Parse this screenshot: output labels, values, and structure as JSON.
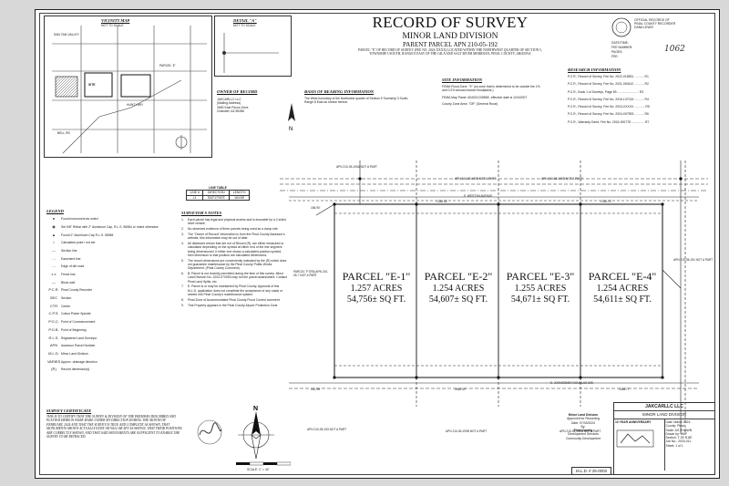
{
  "header": {
    "title": "RECORD OF SURVEY",
    "subtitle": "MINOR LAND DIVISION",
    "parent": "PARENT PARCEL APN 210-05-192",
    "desc1": "PARCEL \"E\" OF RECORD OF SURVEY (FEE NO. 2024-XXXX) LOCATED WITHIN THE NORTHWEST QUARTER OF SECTION 5,",
    "desc2": "TOWNSHIP 3 SOUTH, RANGE 8 EAST OF THE GILA AND SALT RIVER MERIDIAN, PINAL COUNTY, ARIZONA"
  },
  "vicinity": {
    "title": "VICINITY MAP",
    "subtitle": "NOT TO SCALE",
    "labels": [
      "SAN TAN VALLEY",
      "PARCEL 'E'",
      "HUNT HWY",
      "BELL RD",
      "SITE"
    ]
  },
  "detail": {
    "title": "DETAIL \"A\"",
    "subtitle": "NOT TO SCALE"
  },
  "recorder": {
    "lines": [
      "OFFICIAL RECORDS OF",
      "PINAL COUNTY RECORDER",
      "DANA LEWIS"
    ],
    "fields": [
      "DATE/TIME:",
      "FEE NUMBER:",
      "PAGES:",
      "FEE:"
    ],
    "handwritten": "1062"
  },
  "owner": {
    "header": "OWNER OF RECORD",
    "lines": [
      "JAKCARLLC LLC",
      "(Mailing Address)",
      "2650 East Pecos Drive",
      "Chandler, AZ 85286"
    ]
  },
  "basis": {
    "header": "BASIS OF BEARING INFORMATION",
    "text": "The West boundary of the Northwest quarter of Section 5 Township 3 South, Range 8 East as shown hereon."
  },
  "site": {
    "header": "SITE INFORMATION",
    "lines": [
      "FEMA Flood Zone: \"X\" (no zone that is determined to be outside the 1% and 0.2% annual chance floodplains.)",
      "FEMA Map Panel: #04021C0855E, effective date is 12/4/2007",
      "County Zone Area: \"GR\" (General Rural)"
    ]
  },
  "research": {
    "header": "RESEARCH INFORMATION",
    "lines": [
      "P.C.R., Record of Survey, Fee No. 2022-015831 ........... R1",
      "P.C.R., Record of Survey, Fee No. 2021-063412 ........... R2",
      "P.C.R., Book 1 of Surveys, Page 59 ......................... R3",
      "P.C.R., Record of Survey, Fee No. 2016-137215 ........... R4",
      "P.C.R., Record of Survey, Fee No. 2024-XXXXX ............ R5",
      "P.C.R., Record of Survey, Fee No. 2024-007953 ........... R6",
      "P.C.R., Warranty Deed, Fee No. 2024-000778 ............... R7"
    ]
  },
  "line_table": {
    "title": "LINE TABLE",
    "columns": [
      "LINE #",
      "DIRECTION",
      "LENGTH"
    ],
    "rows": [
      [
        "L1",
        "S00°17'06\"E",
        "164.58'"
      ]
    ]
  },
  "legend": {
    "header": "LEGEND",
    "items": [
      {
        "sym": "●",
        "label": "Found monument as noted"
      },
      {
        "sym": "◉",
        "label": "Set 5/8\" Rebar with 2\" Aluminum Cap, R.L.S. 56984 or noted otherwise"
      },
      {
        "sym": "▲",
        "label": "Found 2\" Aluminum Cap R.L.S. 56984"
      },
      {
        "sym": "○",
        "label": "Calculated point / not set"
      },
      {
        "sym": "—",
        "label": "Section line"
      },
      {
        "sym": "- -",
        "label": "Easement line"
      },
      {
        "sym": "- -",
        "label": "Edge of dirt road"
      },
      {
        "sym": "x x",
        "label": "Fence line"
      },
      {
        "sym": "—",
        "label": "Block wall"
      },
      {
        "sym": "P.C.R.",
        "label": "Pinal County Recorder"
      },
      {
        "sym": "SEC",
        "label": "Section"
      },
      {
        "sym": "CTR",
        "label": "Center"
      },
      {
        "sym": "C.P.S.",
        "label": "Cotton Picker Spindle"
      },
      {
        "sym": "P.O.C.",
        "label": "Point of Commencement"
      },
      {
        "sym": "P.O.B.",
        "label": "Point of Beginning"
      },
      {
        "sym": "R.L.S.",
        "label": "Registered Land Surveyor"
      },
      {
        "sym": "APN",
        "label": "Assessor Parcel Number"
      },
      {
        "sym": "M.L.D.",
        "label": "Minor Land Division"
      },
      {
        "sym": "VARIES",
        "label": "Approx. drainage direction"
      },
      {
        "sym": "(R)",
        "label": "Record dimension(s)"
      }
    ]
  },
  "notes": {
    "header": "SURVEYOR'S NOTES",
    "items": [
      "Each parcel has legal and physical access and is insurable by a 2 sided drive vehicle.",
      "No observed evidence of three parcels being used as a dump site.",
      "The \"Owner of Record\" information is from the Pinal County Assessor's website, this information may be out of date.",
      "All distances shown that are not of Record (R), are either measured or calculated depending on the symbol at either end of the line segment being dimensioned. If either end shows a calculated position symbol, then dimension to that position are calculated dimensions.",
      "The record dimensions are conveniently indicated by the (R) which does not guarantee maintenance by the Pinal County Public Works Department. (Pinal County Comment)",
      "B. Parcel is not recently permitted during the time of this survey. Minor Land Division No. 2024-070053 may not the parcel assessment. Contact Pinal Land Splits, etc.",
      "E. Parcel is or may be maintained by Pinal County. Approval of this M.L.D. application does not constitute the acceptance of any roads or streets into Pinal County's maintenance system.",
      "Pinal Zone of Accommodated Pinal County Flood Control comment.",
      "This Property appears in the Pinal County Airport Protection Zone."
    ]
  },
  "certificate": {
    "header": "SURVEY CERTIFICATE",
    "text": "THIS IS TO CERTIFY THAT THE SURVEY & DIVISION OF THE PREMISES DESCRIBED AND PLATTED HEREON WERE MADE UNDER MY DIRECTION DURING THE MONTH OF FEBRUARY, 2024 AND THAT THE SURVEY IS TRUE AND COMPLETE AS SHOWN, THAT MONUMENTS SHOWN ACTUALLY EXIST OR WILL BE SET AS SHOWN, THAT THEIR POSITIONS ARE CORRECTLY SHOWN, AND THAT SAID MONUMENTS ARE SUFFICIENT TO ENABLE THE SURVEY TO BE RETRACED."
  },
  "parcels": [
    {
      "name": "PARCEL \"E-1\"",
      "acres": "1.257 ACRES",
      "sqft": "54,756± SQ FT."
    },
    {
      "name": "PARCEL \"E-2\"",
      "acres": "1.254 ACRES",
      "sqft": "54,607± SQ FT."
    },
    {
      "name": "PARCEL \"E-3\"",
      "acres": "1.255 ACRES",
      "sqft": "54,671± SQ FT."
    },
    {
      "name": "PARCEL \"E-4\"",
      "acres": "1.254 ACRES",
      "sqft": "54,611± SQ FT."
    }
  ],
  "map_labels": {
    "apn_top_1": "APN 210-05-190A NOT A PART",
    "apn_top_2": "APN 210-05-190E NOT A PART",
    "apn_top_3": "APN 210-05-190D NOT A PART",
    "apn_bot_1": "APN 210-05-193 NOT A PART",
    "apn_bot_2": "APN 210-05-190B NOT A PART",
    "apn_bot_3": "APN 210-05-190B NOT A PART",
    "apn_right": "APN 210-05-191 NOT A PART",
    "parcel_f": "PARCEL \"F\"(R5) APN 210-05-? NOT A PART",
    "road_n": "E. WESTON AVENUE",
    "road_s": "E. JOHNSONBY DOUGLAS AVE",
    "dims_top": [
      "156.90'",
      "1336.34'",
      "1316.70'"
    ],
    "dims_bot": [
      "161.98'",
      "2646.30'",
      "1338.77'"
    ],
    "scale_text": "SCALE: 1\" = 40'"
  },
  "titleblock": {
    "approval_lines": [
      "Minor Land Division",
      "Approved for Recording",
      "Date: 07/03/2024",
      "By:",
      "Pinal County",
      "Development Services",
      "Community Development"
    ],
    "jurisdiction": "10 YEAR ANNIVERSARY",
    "company": "JAKCARLLC LLC",
    "project": "MINOR LAND DIVISION",
    "info": [
      "Date: March 2024",
      "County: Pinal",
      "Scale: AS SHOWN",
      "Drawn by: HMF",
      "Section: T-3S R-8E",
      "Job No.: 2024-011",
      "Sheet: 1 of 1"
    ],
    "mld_number": "M.L.D. # 25-0003"
  }
}
